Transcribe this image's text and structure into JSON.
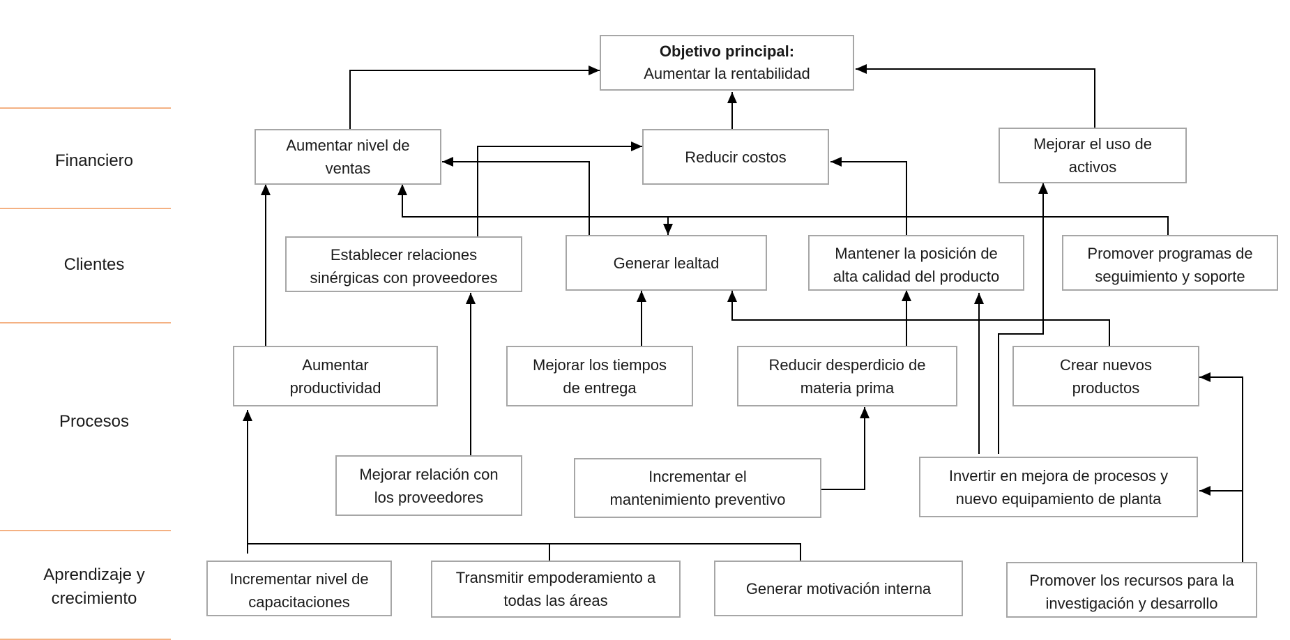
{
  "lanes": {
    "financiero": "Financiero",
    "clientes": "Clientes",
    "procesos": "Procesos",
    "aprendizaje": "Aprendizaje y\ncrecimiento"
  },
  "goal": {
    "title": "Objetivo principal:",
    "subtitle": "Aumentar la rentabilidad"
  },
  "objectives": {
    "aumentar_ventas": "Aumentar nivel de\nventas",
    "reducir_costos": "Reducir costos",
    "mejorar_activos": "Mejorar el uso de\nactivos",
    "relaciones_sinergicas": "Establecer relaciones\nsinérgicas con proveedores",
    "generar_lealtad": "Generar lealtad",
    "mantener_calidad": "Mantener la posición de\nalta calidad del producto",
    "programas_seguimiento": "Promover programas de\nseguimiento y soporte",
    "aumentar_productividad": "Aumentar\nproductividad",
    "tiempos_entrega": "Mejorar los tiempos\nde entrega",
    "reducir_desperdicio": "Reducir desperdicio de\nmateria prima",
    "crear_productos": "Crear nuevos\nproductos",
    "relacion_proveedores": "Mejorar relación con\nlos proveedores",
    "mantenimiento_preventivo": "Incrementar el\nmantenimiento preventivo",
    "invertir_mejora": "Invertir en mejora de procesos y\nnuevo equipamiento de planta",
    "capacitaciones": "Incrementar nivel de\ncapacitaciones",
    "empoderamiento": "Transmitir empoderamiento a\ntodas las áreas",
    "motivacion": "Generar motivación interna",
    "recursos_id": "Promover los recursos para la\ninvestigación y desarrollo"
  },
  "colors": {
    "box_border": "#a6a6a6",
    "separator": "#f4b183",
    "connector": "#000000"
  }
}
